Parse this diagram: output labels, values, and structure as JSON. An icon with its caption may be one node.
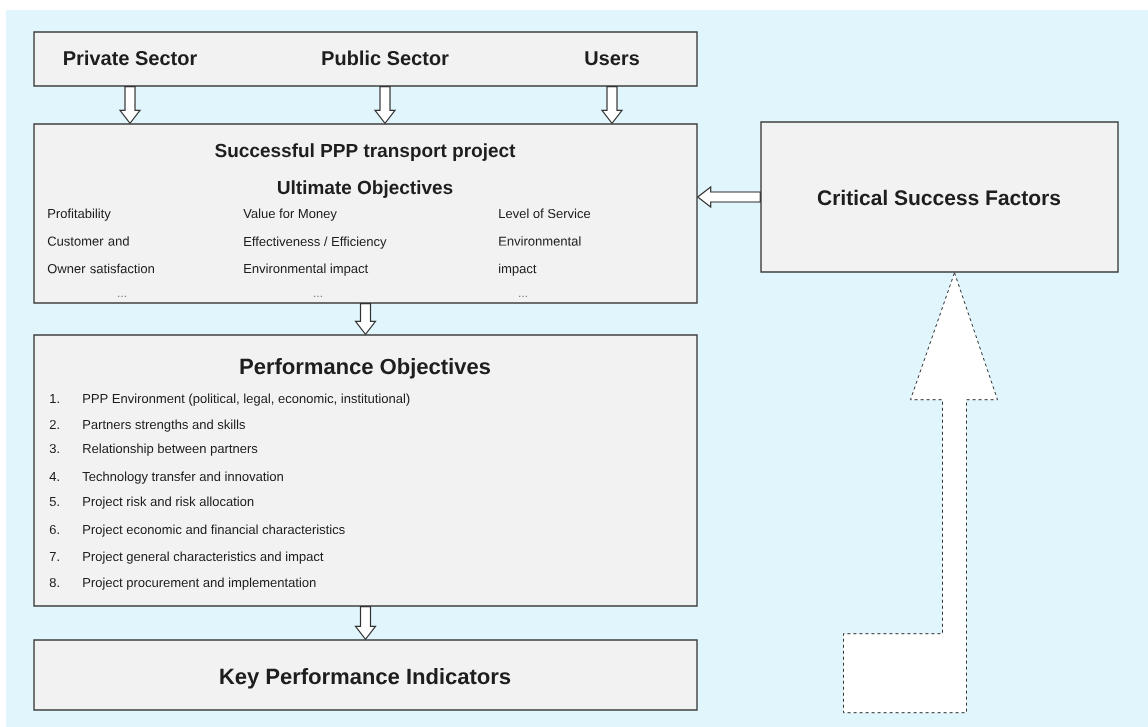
{
  "diagram": {
    "nodes": [
      {
        "text": [],
        "shape": "box"
      },
      {
        "text": [
          "Private Sector"
        ],
        "in": 0
      },
      {
        "text": [
          "Public Sector"
        ],
        "in": 0
      },
      {
        "text": [
          "Users"
        ],
        "in": 0
      },
      {
        "text": [
          "Successful PPP transport project",
          "Ultimate Objectives",
          "Profitability",
          "Customer and Owner satisfaction",
          "...",
          "Value for Money",
          "Effectiveness / Efficiency",
          "Environmental impact",
          "...",
          "Level of Service",
          "Environmental impact",
          "..."
        ]
      },
      {
        "text": [
          "Performance Objectives",
          "1.",
          "PPP Environment (political, legal, economic, institutional)",
          "2.",
          "Partners strengths and skills",
          "3.",
          "Relationship between partners",
          "4.",
          "Technology transfer and innovation",
          "5.",
          "Project risk and risk allocation",
          "6.",
          "Project economic and financial characteristics",
          "7.",
          "Project general characteristics and impact",
          "8.",
          "Project procurement and implementation"
        ]
      },
      {
        "text": [
          "Key Performance Indicators"
        ]
      },
      {
        "text": [
          "Critical Success Factors"
        ]
      }
    ],
    "edges": [
      {
        "from": 1,
        "to": 4,
        "arrow": "to"
      },
      {
        "from": 2,
        "to": 4,
        "arrow": "to"
      },
      {
        "from": 3,
        "to": 4,
        "arrow": "to"
      },
      {
        "from": 7,
        "to": 4,
        "arrow": "to"
      },
      {
        "from": 4,
        "to": 5,
        "arrow": "to"
      },
      {
        "from": 5,
        "to": 6,
        "arrow": "to"
      },
      {
        "from": null,
        "to": 7,
        "arrow": "to",
        "style": "dashed"
      }
    ]
  }
}
